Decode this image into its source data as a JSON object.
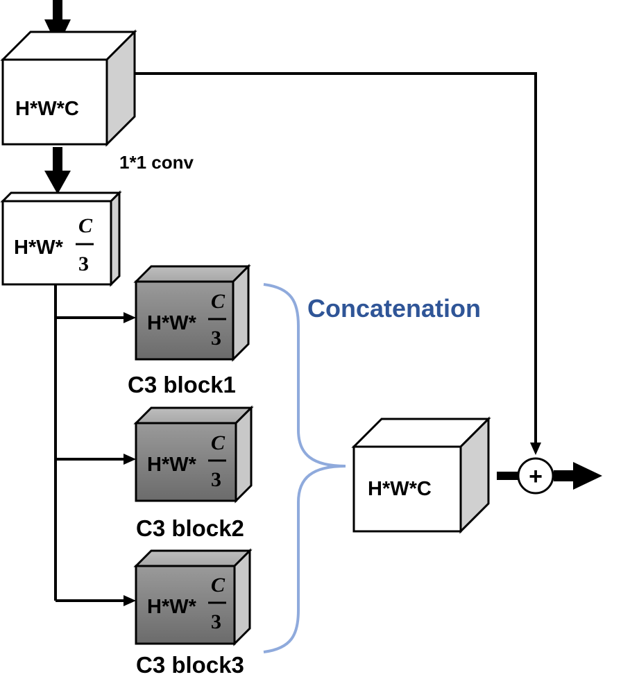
{
  "diagram": {
    "input_box": {
      "label": "H*W*C"
    },
    "conv_label": "1*1 conv",
    "reduced_box": {
      "prefix": "H*W*",
      "numerator": "C",
      "denominator": "3"
    },
    "blocks": [
      {
        "prefix": "H*W*",
        "numerator": "C",
        "denominator": "3",
        "caption": "C3 block1"
      },
      {
        "prefix": "H*W*",
        "numerator": "C",
        "denominator": "3",
        "caption": "C3 block2"
      },
      {
        "prefix": "H*W*",
        "numerator": "C",
        "denominator": "3",
        "caption": "C3 block3"
      }
    ],
    "concat_label": "Concatenation",
    "output_box": {
      "label": "H*W*C"
    },
    "add_symbol": "+",
    "colors": {
      "concat_text": "#2f5597",
      "brace": "#8faadc",
      "dark_block": "#7f7f7f",
      "side_face": "#c8c8c8"
    }
  }
}
